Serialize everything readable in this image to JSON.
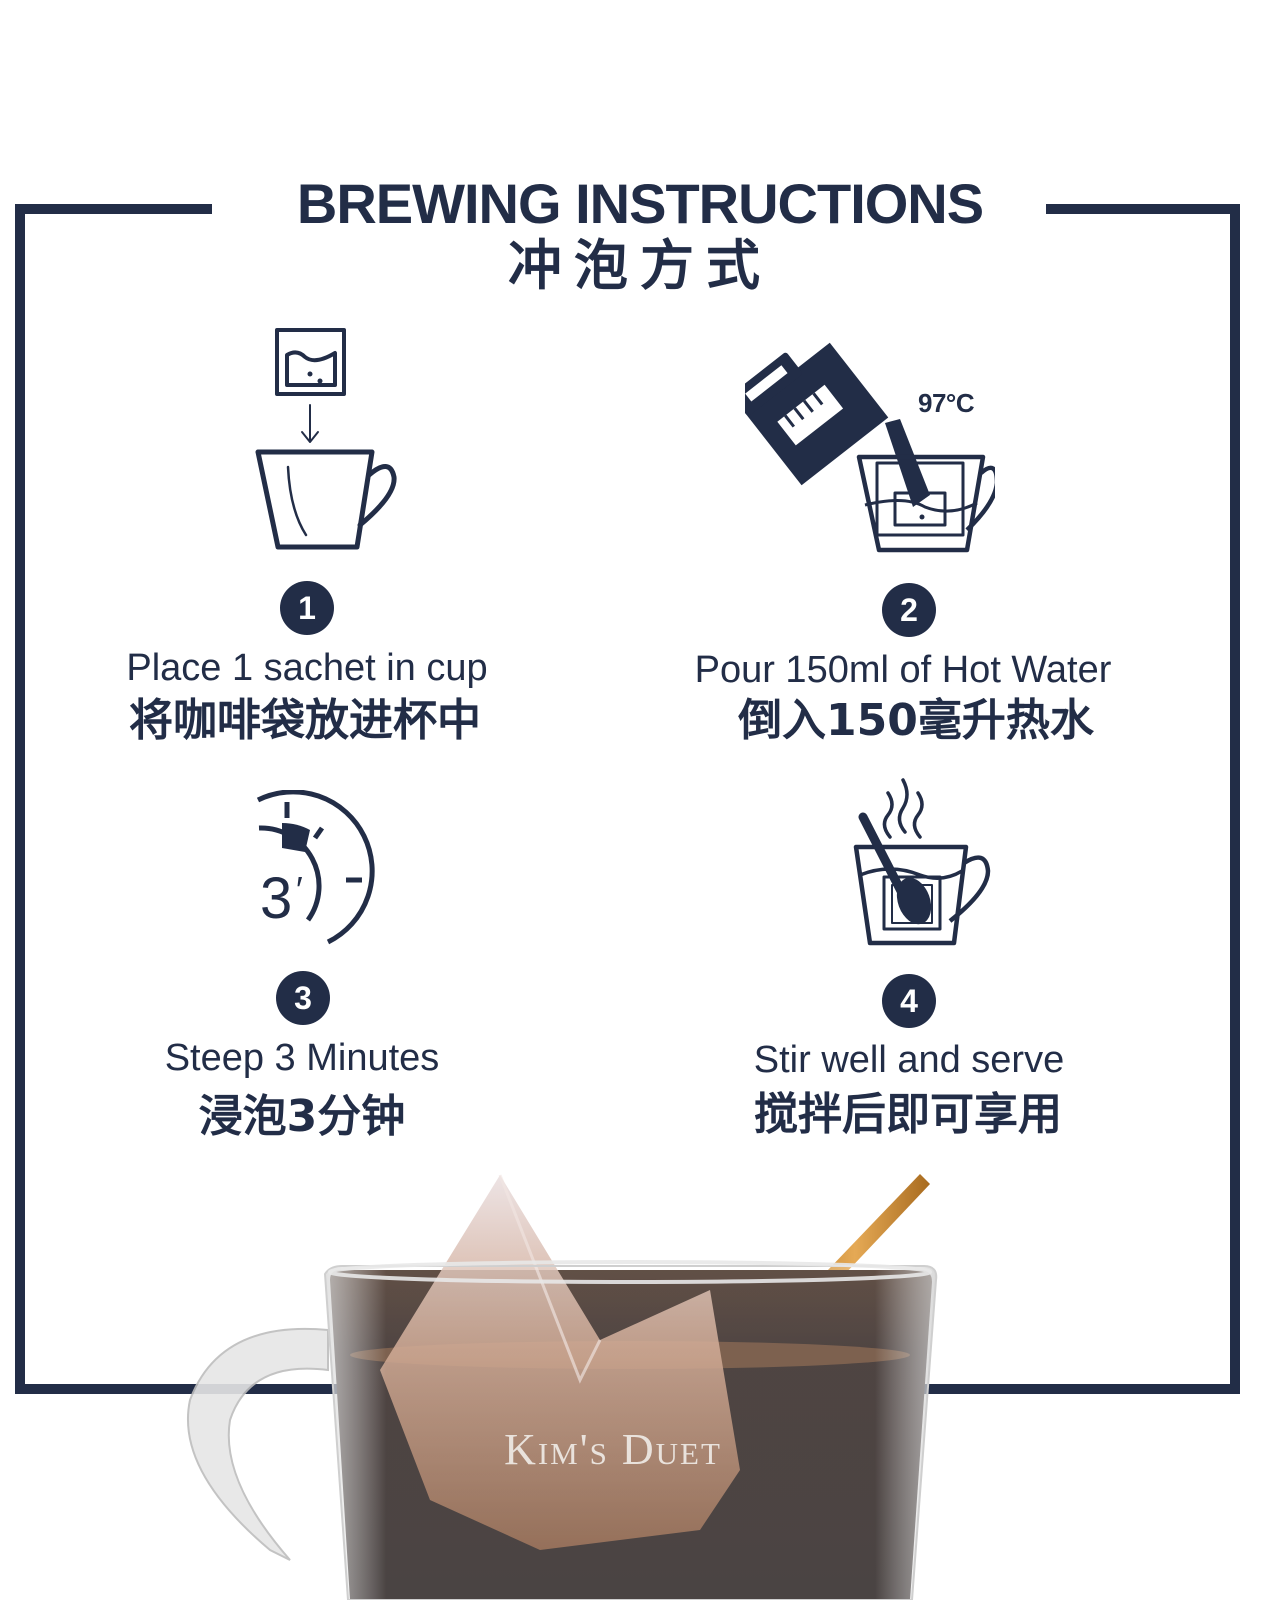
{
  "header": {
    "title_en": "BREWING INSTRUCTIONS",
    "title_zh": "冲泡方式"
  },
  "colors": {
    "primary": "#222d47",
    "background": "#ffffff",
    "brand_text": "#e9e2dc",
    "stirrer_gold": "#c98a35"
  },
  "steps": [
    {
      "number": "1",
      "icon": "sachet-into-cup-icon",
      "label_en": "Place 1 sachet in cup",
      "label_zh": "将咖啡袋放进杯中"
    },
    {
      "number": "2",
      "icon": "kettle-pour-icon",
      "temperature": "97°C",
      "label_en": "Pour 150ml of Hot Water",
      "label_zh": "倒入150毫升热水"
    },
    {
      "number": "3",
      "icon": "timer-icon",
      "timer_text": "3′",
      "label_en": "Steep 3 Minutes",
      "label_zh": "浸泡3分钟"
    },
    {
      "number": "4",
      "icon": "stir-cup-icon",
      "label_en": "Stir well and serve",
      "label_zh": "搅拌后即可享用"
    }
  ],
  "product_photo": {
    "brand": "Kim's Duet"
  }
}
